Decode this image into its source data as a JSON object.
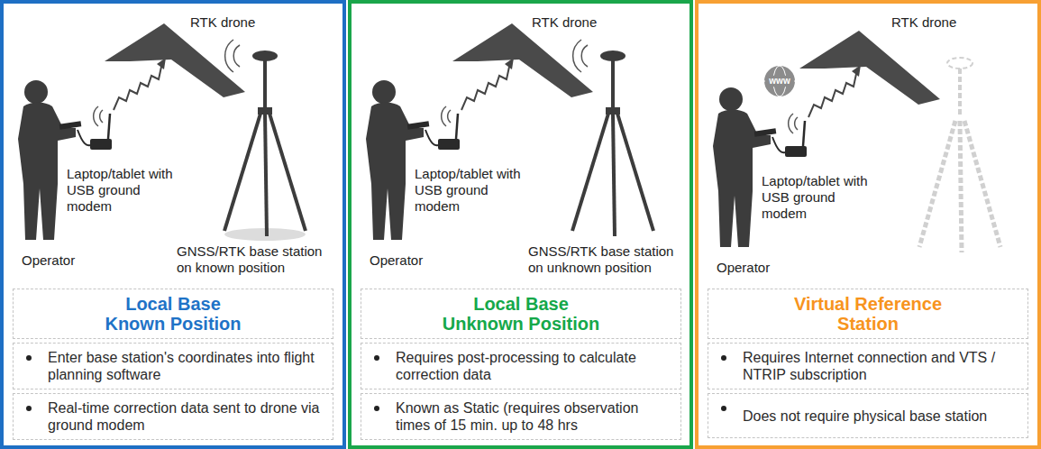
{
  "diagram": {
    "nodes": [
      {
        "text": [
          "RTK drone",
          "Laptop/tablet with USB ground modem",
          "Operator",
          "GNSS/RTK base station on known position"
        ]
      },
      {
        "text": [
          "Local Base Known Position"
        ],
        "in": 0
      },
      {
        "text": [
          "Enter base station's coordinates into flight planning software"
        ],
        "in": 0
      },
      {
        "text": [
          "Real-time correction data sent to drone via ground modem"
        ],
        "in": 0
      },
      {
        "text": [
          "RTK drone",
          "Laptop/tablet with USB ground modem",
          "Operator",
          "GNSS/RTK base station on unknown position"
        ]
      },
      {
        "text": [
          "Local Base Unknown Position"
        ],
        "in": 4
      },
      {
        "text": [
          "Requires post-processing to calculate correction data"
        ],
        "in": 4
      },
      {
        "text": [
          "Known as Static (requires observation times of 15 min. up to 48 hrs"
        ],
        "in": 4
      },
      {
        "text": [
          "RTK drone",
          "Laptop/tablet with USB ground modem",
          "Operator"
        ]
      },
      {
        "text": [
          "Virtual Reference Station"
        ],
        "in": 8
      },
      {
        "text": [
          "Requires Internet connection and VTS / NTRIP subscription"
        ],
        "in": 8
      },
      {
        "text": [
          "Does not require physical base station"
        ],
        "in": 8
      }
    ],
    "labels": [
      "www"
    ]
  }
}
